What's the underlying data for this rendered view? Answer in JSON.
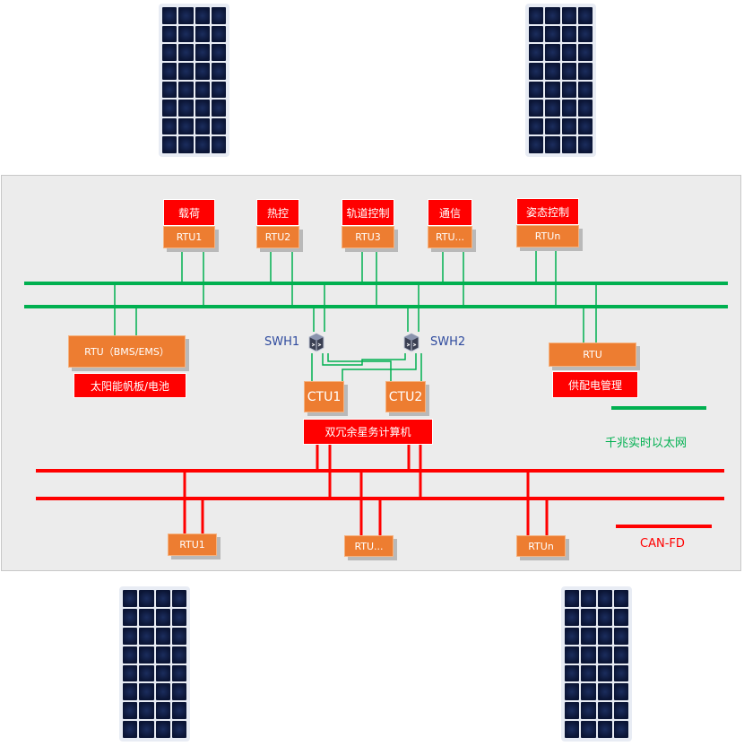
{
  "functions": {
    "payload": "载荷",
    "thermal": "热控",
    "orbit": "轨道控制",
    "comm": "通信",
    "attitude": "姿态控制",
    "solar": "太阳能帆板/电池",
    "power": "供配电管理",
    "computer": "双冗余星务计算机"
  },
  "rtus": {
    "payload": "RTU1",
    "thermal": "RTU2",
    "orbit": "RTU3",
    "comm": "RTU...",
    "attitude": "RTUn",
    "bms": "RTU（BMS/EMS）",
    "power": "RTU",
    "can1": "RTU1",
    "can2": "RTU...",
    "can3": "RTUn"
  },
  "ctus": {
    "ctu1": "CTU1",
    "ctu2": "CTU2"
  },
  "switches": {
    "swh1": "SWH1",
    "swh2": "SWH2"
  },
  "legend": {
    "ethernet": "千兆实时以太网",
    "canfd": "CAN-FD"
  },
  "colors": {
    "ethernet": "#00b050",
    "canfd": "#ff0000",
    "function_box": "#ff0000",
    "rtu_box": "#ed7d31",
    "panel": "#0d1a3d"
  }
}
